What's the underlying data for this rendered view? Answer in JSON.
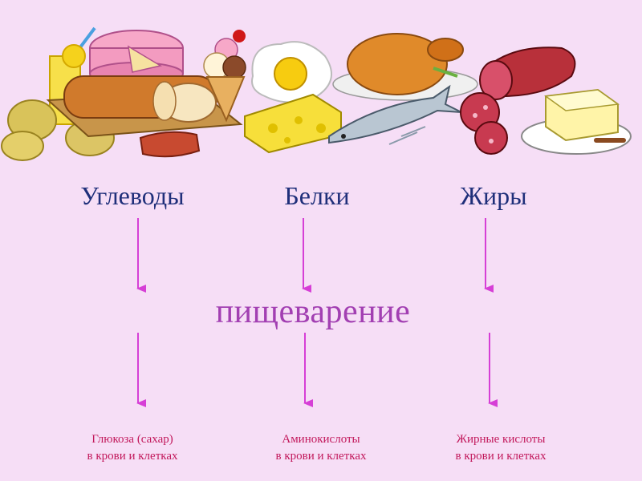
{
  "nutrients": [
    {
      "name": "Углеводы"
    },
    {
      "name": "Белки"
    },
    {
      "name": "Жиры"
    }
  ],
  "process": "пищеварение",
  "products": [
    {
      "line1": "Глюкоза (сахар)",
      "line2": "в крови и клетках"
    },
    {
      "line1": "Аминокислоты",
      "line2": "в крови и клетках"
    },
    {
      "line1": "Жирные кислоты",
      "line2": "в крови и клетках"
    }
  ],
  "colors": {
    "background": "#f6def6",
    "nutrient_text": "#1f2f7a",
    "process_text": "#a23fb2",
    "product_text": "#c2185b",
    "arrow": "#d63fd6"
  },
  "illustrations": [
    "potato-icon",
    "bread-loaf-icon",
    "lemonade-icon",
    "cake-icon",
    "ice-cream-icon",
    "fried-egg-icon",
    "cheese-icon",
    "roast-chicken-icon",
    "fish-icon",
    "sausage-icon",
    "butter-icon"
  ]
}
